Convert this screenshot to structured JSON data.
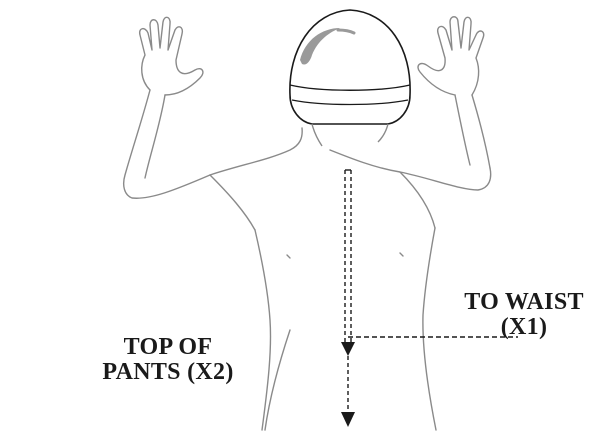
{
  "labels": {
    "to_waist_line1": "TO WAIST",
    "to_waist_line2": "(X1)",
    "top_of_pants_line1": "TOP OF",
    "top_of_pants_line2": "PANTS (X2)"
  },
  "colors": {
    "outline": "#8a8a8a",
    "ink": "#1a1a1a",
    "helmet_highlight": "#9a9a9a"
  }
}
